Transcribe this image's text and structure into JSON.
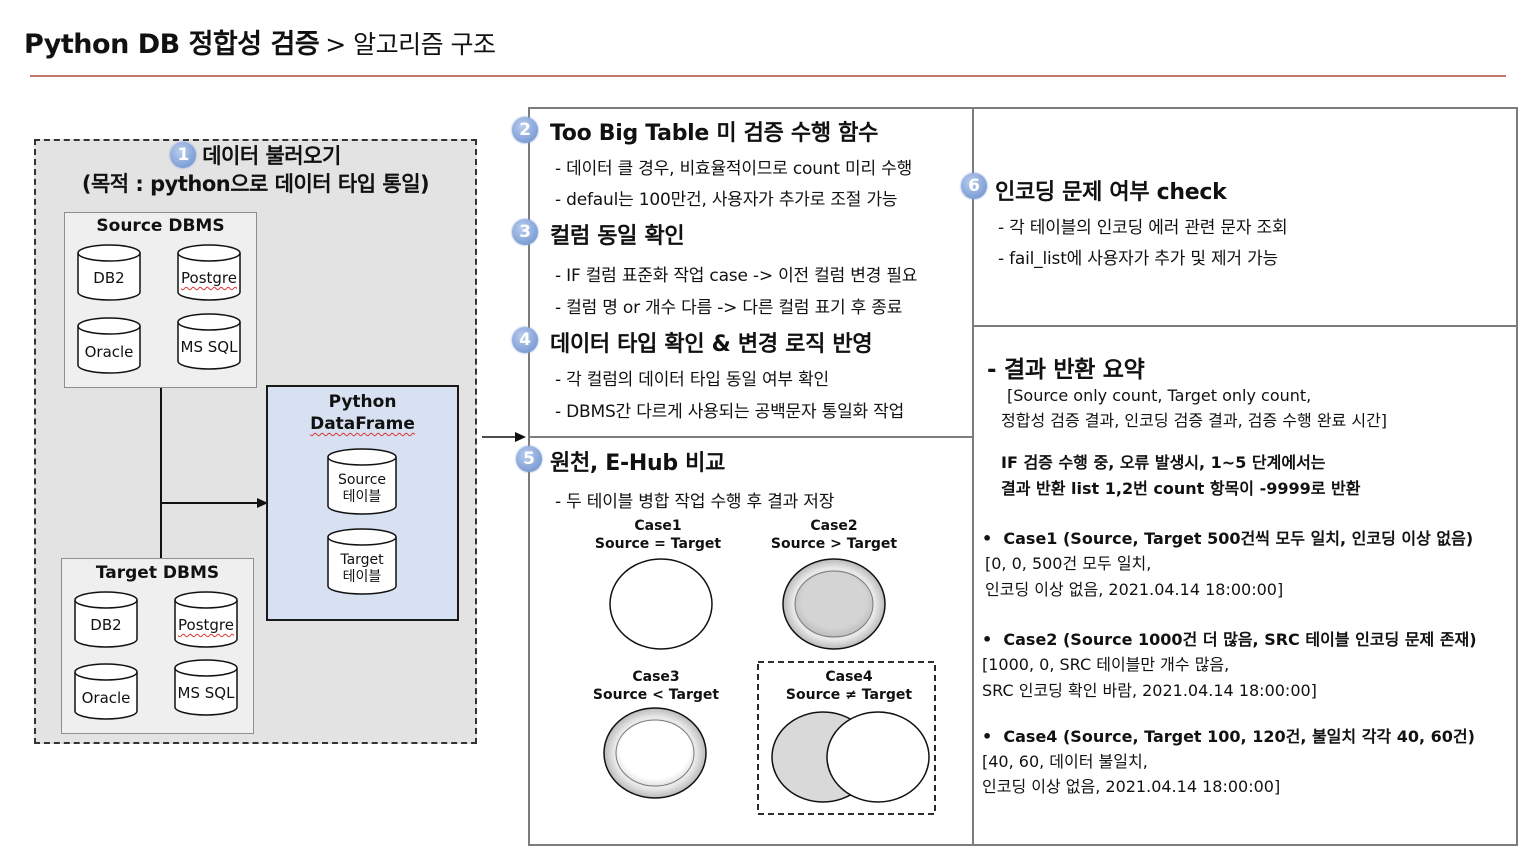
{
  "header": {
    "title": "Python DB 정합성 검증",
    "subtitle": "> 알고리즘 구조"
  },
  "load": {
    "badge": "1",
    "title_line1": "데이터 불러오기",
    "title_line2": "(목적 : python으로 데이터 타입 통일)",
    "source": {
      "label": "Source DBMS",
      "dbs": [
        "DB2",
        "Postgre",
        "Oracle",
        "MS SQL"
      ]
    },
    "target": {
      "label": "Target DBMS",
      "dbs": [
        "DB2",
        "Postgre",
        "Oracle",
        "MS SQL"
      ]
    },
    "python": {
      "label_line1": "Python",
      "label_line2": "DataFrame",
      "source_table": [
        "Source",
        "테이블"
      ],
      "target_table": [
        "Target",
        "테이블"
      ]
    }
  },
  "steps": [
    {
      "badge": "2",
      "title": "Too Big Table 미 검증 수행 함수",
      "bullets": [
        "- 데이터 클 경우, 비효율적이므로 count 미리 수행",
        "- defaul는 100만건, 사용자가 추가로 조절 가능"
      ]
    },
    {
      "badge": "3",
      "title": "컬럼 동일 확인",
      "bullets": [
        "- IF 컬럼 표준화 작업 case -> 이전 컬럼 변경 필요",
        "- 컬럼 명 or 개수 다름 -> 다른 컬럼 표기 후 종료"
      ]
    },
    {
      "badge": "4",
      "title": "데이터 타입 확인 & 변경 로직 반영",
      "bullets": [
        "- 각 컬럼의 데이터 타입 동일 여부 확인",
        "- DBMS간 다르게 사용되는 공백문자 통일화 작업"
      ]
    },
    {
      "badge": "5",
      "title": "원천, E-Hub 비교",
      "bullets": [
        "- 두 테이블 병합 작업 수행 후 결과 저장"
      ]
    },
    {
      "badge": "6",
      "title": "인코딩 문제 여부 check",
      "bullets": [
        "- 각 테이블의 인코딩 에러 관련 문자 조회",
        "- fail_list에 사용자가 추가 및 제거 가능"
      ]
    }
  ],
  "cases": [
    {
      "name": "Case1",
      "relation": "Source = Target"
    },
    {
      "name": "Case2",
      "relation": "Source > Target"
    },
    {
      "name": "Case3",
      "relation": "Source < Target"
    },
    {
      "name": "Case4",
      "relation": "Source ≠ Target"
    }
  ],
  "summary": {
    "title": "- 결과 반환 요약",
    "format_line1": "[Source only count, Target only count,",
    "format_line2": "정합성 검증 결과, 인코딩 검증 결과, 검증 수행 완료 시간]",
    "error_line1": "IF 검증 수행 중, 오류 발생시, 1~5 단계에서는",
    "error_line2": "결과 반환 list 1,2번 count 항목이 -9999로 반환",
    "examples": [
      {
        "heading": "Case1 (Source, Target 500건씩 모두 일치, 인코딩 이상 없음)",
        "line1": "[0, 0, 500건 모두 일치,",
        "line2": "인코딩 이상 없음, 2021.04.14 18:00:00]"
      },
      {
        "heading": "Case2 (Source 1000건 더 많음, SRC 테이블 인코딩 문제 존재)",
        "line1": "[1000, 0, SRC 테이블만 개수 많음,",
        "line2": "SRC 인코딩 확인 바람, 2021.04.14 18:00:00]"
      },
      {
        "heading": "Case4 (Source, Target 100, 120건, 불일치 각각 40, 60건)",
        "line1": "[40, 60, 데이터 불일치,",
        "line2": "인코딩 이상 없음, 2021.04.14 18:00:00]"
      }
    ]
  }
}
